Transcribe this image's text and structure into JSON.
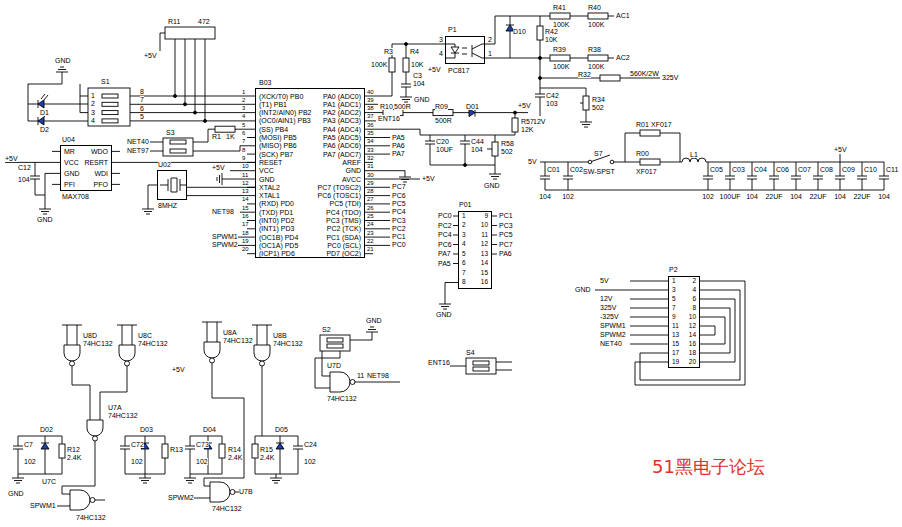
{
  "diagram": {
    "nodes": [
      {
        "text": [
          "B03",
          "(XCK/T0) PB0",
          "(T1) PB1",
          "(INT2/AIN0) PB2",
          "(OC0/AIN1) PB3",
          "(SS) PB4",
          "(MOSI) PB5",
          "(MISO) PB6",
          "(SCK) PB7",
          "RESET",
          "VCC",
          "GND",
          "XTAL2",
          "XTAL1",
          "(RXD) PD0",
          "(TXD) PD1",
          "(INT0) PD2",
          "(INT1) PD3",
          "(OC1B) PD4",
          "(OC1A) PD5",
          "(ICP1) PD6",
          "PA0 (ADC0)",
          "PA1 (ADC1)",
          "PA2 (ADC2)",
          "PA3 (ADC3)",
          "PA4 (ADC4)",
          "PA5 (ADC5)",
          "PA6 (ADC6)",
          "PA7 (ADC7)",
          "AREF",
          "GND",
          "AVCC",
          "PC7 (TOSC2)",
          "PC6 (TOSC1)",
          "PC5 (TDI)",
          "PC4 (TDO)",
          "PC3 (TMS)",
          "PC2 (TCK)",
          "PC1 (SDA)",
          "PC0 (SCL)",
          "PD7 (OC2)"
        ]
      },
      {
        "text": [
          "U04",
          "MR",
          "VCC",
          "GND",
          "PFI",
          "WDO",
          "RESRT",
          "WDI",
          "PFO",
          "MAX708"
        ]
      },
      {
        "text": [
          "U02",
          "8MHZ"
        ]
      },
      {
        "text": [
          "P1",
          "PC817"
        ]
      },
      {
        "text": [
          "P01",
          "1",
          "2",
          "3",
          "4",
          "5",
          "6",
          "7",
          "8",
          "9",
          "10",
          "11",
          "12",
          "13",
          "14",
          "15",
          "16"
        ]
      },
      {
        "text": [
          "P2",
          "1",
          "2",
          "3",
          "4",
          "5",
          "6",
          "7",
          "8",
          "9",
          "10",
          "11",
          "12",
          "13",
          "14",
          "15",
          "16",
          "17",
          "18",
          "19",
          "20"
        ]
      }
    ],
    "edges": [
      {
        "from": 1,
        "to": 0,
        "arrow": "none"
      },
      {
        "from": 2,
        "to": 0,
        "arrow": "none"
      }
    ],
    "labels": [
      "1",
      "2",
      "3",
      "4",
      "5",
      "6",
      "7",
      "8",
      "9",
      "10",
      "11",
      "12",
      "13",
      "14",
      "15",
      "16",
      "17",
      "18",
      "19",
      "20",
      "40",
      "39",
      "38",
      "37",
      "36",
      "35",
      "34",
      "33",
      "32",
      "31",
      "30",
      "29",
      "28",
      "27",
      "26",
      "25",
      "24",
      "23",
      "22",
      "21",
      "R11",
      "472",
      "+5V",
      "GND",
      "D1",
      "D2",
      "S1",
      "1",
      "2",
      "3",
      "4",
      "8",
      "7",
      "6",
      "5",
      "R1",
      "1K",
      "NET40",
      "NET97",
      "S3",
      "+5V",
      "C12",
      "104",
      "GND",
      "+5V",
      "NET98",
      "SPWM1",
      "SPWM2",
      "R3",
      "100K",
      "R4",
      "10K",
      "C3",
      "104",
      "GND",
      "+5V",
      "3",
      "4",
      "2",
      "1",
      "D10",
      "R42",
      "10K",
      "R41",
      "100K",
      "R40",
      "100K",
      "AC1",
      "R39",
      "100K",
      "R38",
      "100K",
      "AC2",
      "R32",
      "560K/2W",
      "325V",
      "C42",
      "103",
      "R34",
      "502",
      "12V",
      "R10",
      "500R",
      "ENT16",
      "R09",
      "500R",
      "D01",
      "+5V",
      "R57",
      "12K",
      "C20",
      "10UF",
      "C44",
      "104",
      "R58",
      "502",
      "GND",
      "PA5",
      "PA6",
      "PA7",
      "+5V",
      "PC7",
      "PC6",
      "PC5",
      "PC4",
      "PC3",
      "PC2",
      "PC1",
      "PC0",
      "PC0",
      "PC2",
      "PC4",
      "PC6",
      "PA7",
      "PA5",
      "PC1",
      "PC3",
      "PC5",
      "PC7",
      "PA6",
      "GND",
      "5V",
      "C01",
      "104",
      "C02",
      "102",
      "S7",
      "SW-SPST",
      "R01",
      "XF017",
      "R00",
      "XF017",
      "L1",
      "C05",
      "102",
      "C03",
      "100UF",
      "C04",
      "104",
      "C06",
      "22UF",
      "C07",
      "104",
      "C08",
      "22UF",
      "C09",
      "104",
      "C10",
      "22UF",
      "C11",
      "104",
      "+5V",
      "5V",
      "GND",
      "12V",
      "325V",
      "-325V",
      "SPWM1",
      "SPWM2",
      "NET40",
      "U8D",
      "74HC132",
      "U8C",
      "74HC132",
      "U8A",
      "74HC132",
      "U8B",
      "74HC132",
      "+5V",
      "S2",
      "GND",
      "U7D",
      "11",
      "NET98",
      "74HC132",
      "S4",
      "ENT16",
      "U7A",
      "74HC132",
      "C7",
      "102",
      "D02",
      "R12",
      "2.4K",
      "C72",
      "102",
      "D03",
      "R13",
      "C73",
      "102",
      "D04",
      "R14",
      "2.4K",
      "R15",
      "2.4K",
      "D05",
      "C24",
      "102",
      "GND",
      "U7C",
      "SPWM1",
      "74HC132",
      "U7B",
      "SPWM2",
      "74HC132",
      "51黑电子论坛"
    ]
  }
}
